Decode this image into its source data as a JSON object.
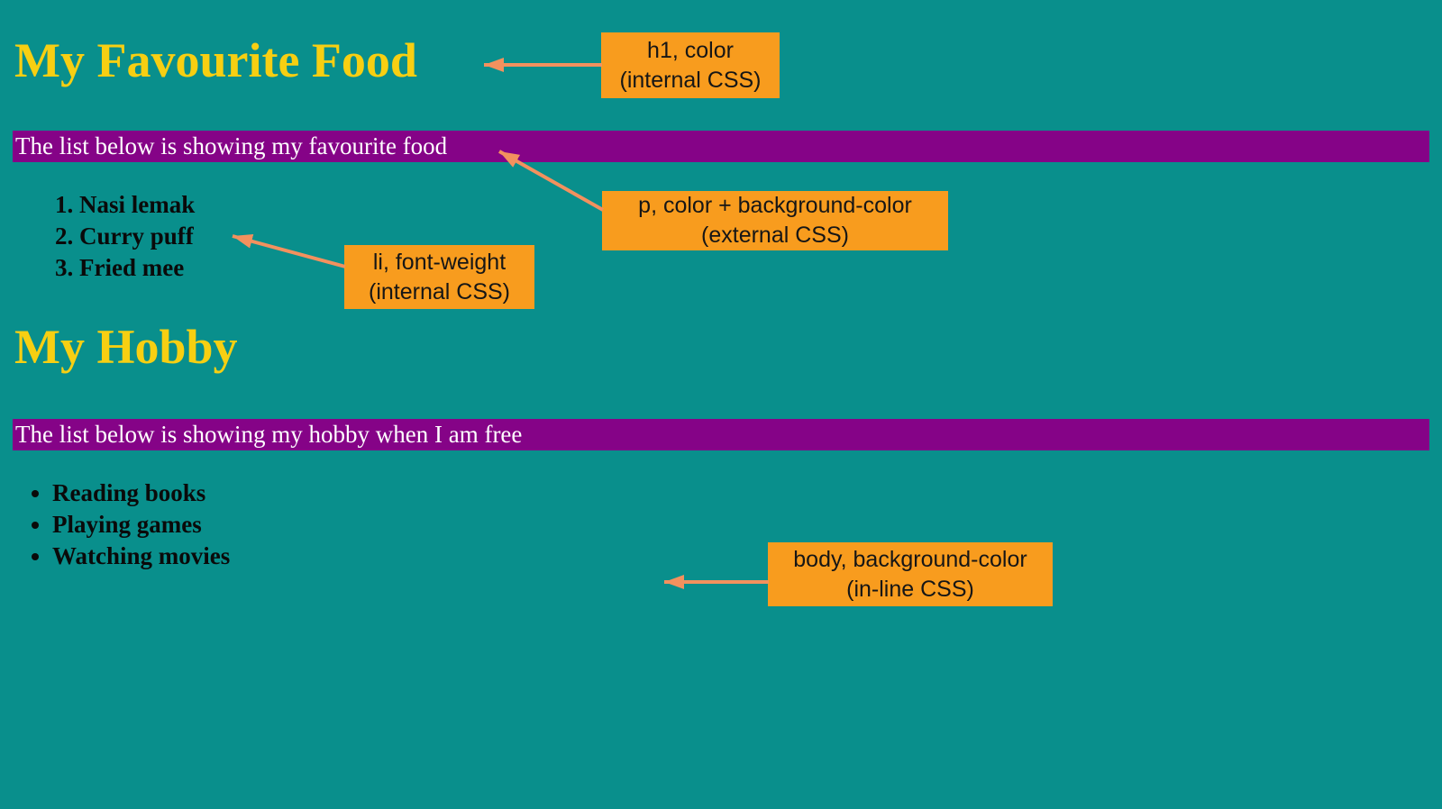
{
  "colors": {
    "background": "#098F8C",
    "heading": "#F7CF12",
    "intro_bg": "#850387",
    "intro_text": "#FFFFFF",
    "list_text": "#0A0A0A",
    "annotation_bg": "#F89C1E",
    "annotation_text": "#161616",
    "arrow": "#F3915E"
  },
  "content": {
    "food_heading": "My Favourite Food",
    "food_intro": "The list below is showing my favourite food",
    "food_items": [
      "Nasi lemak",
      "Curry puff",
      "Fried mee"
    ],
    "hobby_heading": "My Hobby",
    "hobby_intro": "The list below is showing my hobby when I am free",
    "hobby_items": [
      "Reading books",
      "Playing games",
      "Watching movies"
    ]
  },
  "annotations": {
    "h1_note": {
      "line1": "h1, color",
      "line2": "(internal CSS)"
    },
    "p_note": {
      "line1": "p, color + background-color",
      "line2": "(external CSS)"
    },
    "li_note": {
      "line1": "li, font-weight",
      "line2": "(internal CSS)"
    },
    "body_note": {
      "line1": "body, background-color",
      "line2": "(in-line CSS)"
    }
  }
}
